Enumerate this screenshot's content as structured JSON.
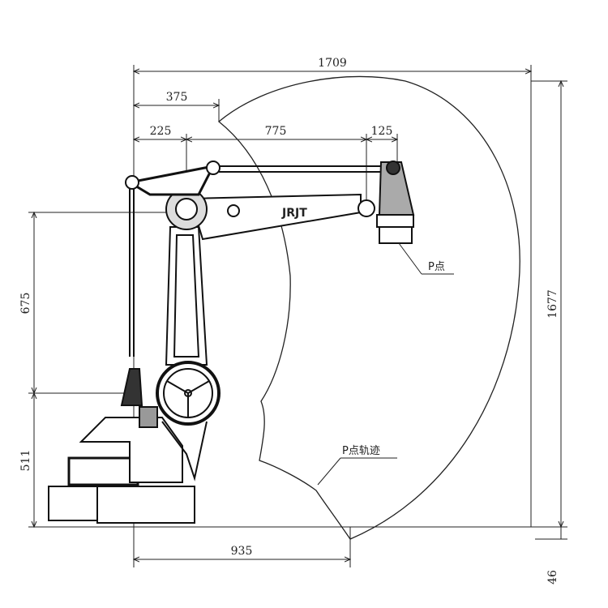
{
  "title_logo": "JRJT",
  "dimensions": {
    "total_reach": "1709",
    "rear_radius": "375",
    "base_offset": "225",
    "upper_arm": "775",
    "wrist_offset": "125",
    "arm_height": "675",
    "base_height": "511",
    "total_height": "1677",
    "min_reach": "935",
    "below_floor": "46"
  },
  "labels": {
    "p_point": "P点",
    "p_trajectory": "P点轨迹"
  }
}
